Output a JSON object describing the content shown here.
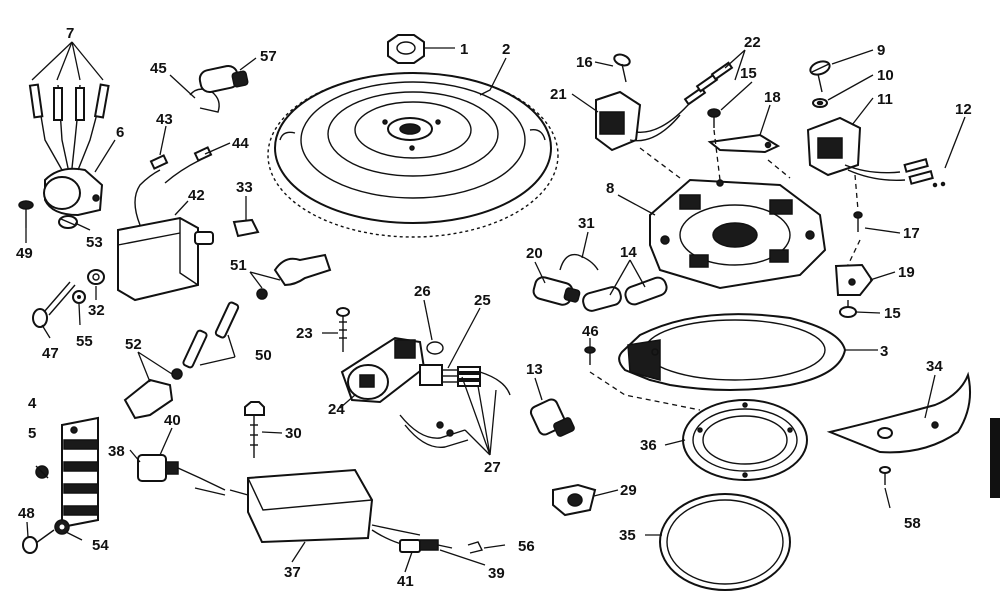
{
  "callouts": {
    "c1": "1",
    "c2": "2",
    "c3": "3",
    "c4": "4",
    "c5": "5",
    "c6": "6",
    "c7": "7",
    "c8": "8",
    "c9": "9",
    "c10": "10",
    "c11": "11",
    "c12": "12",
    "c13": "13",
    "c14": "14",
    "c15a": "15",
    "c15b": "15",
    "c16": "16",
    "c17": "17",
    "c18": "18",
    "c19": "19",
    "c20": "20",
    "c21": "21",
    "c22": "22",
    "c23": "23",
    "c24": "24",
    "c25": "25",
    "c26": "26",
    "c27": "27",
    "c29": "29",
    "c30": "30",
    "c31": "31",
    "c32": "32",
    "c33": "33",
    "c34": "34",
    "c35": "35",
    "c36": "36",
    "c37": "37",
    "c38": "38",
    "c39": "39",
    "c40": "40",
    "c41": "41",
    "c42": "42",
    "c43": "43",
    "c44": "44",
    "c45": "45",
    "c46": "46",
    "c47": "47",
    "c48": "48",
    "c49": "49",
    "c50": "50",
    "c51": "51",
    "c52": "52",
    "c53": "53",
    "c54": "54",
    "c55": "55",
    "c56": "56",
    "c57": "57",
    "c58": "58"
  }
}
